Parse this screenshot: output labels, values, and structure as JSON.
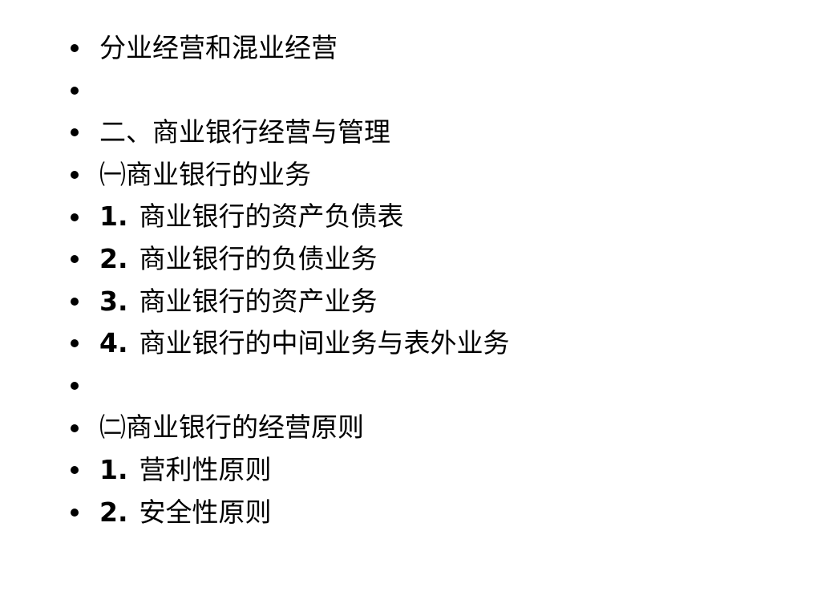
{
  "slide": {
    "items": [
      {
        "number": "",
        "text": "分业经营和混业经营"
      },
      {
        "number": "",
        "text": ""
      },
      {
        "number": "",
        "text": "二、商业银行经营与管理"
      },
      {
        "number": "",
        "text": "㈠商业银行的业务"
      },
      {
        "number": "1.",
        "text": "商业银行的资产负债表"
      },
      {
        "number": "2.",
        "text": "商业银行的负债业务"
      },
      {
        "number": "3.",
        "text": "商业银行的资产业务"
      },
      {
        "number": "4.",
        "text": "商业银行的中间业务与表外业务"
      },
      {
        "number": "",
        "text": ""
      },
      {
        "number": "",
        "text": "㈡商业银行的经营原则"
      },
      {
        "number": "1.",
        "text": "营利性原则"
      },
      {
        "number": "2.",
        "text": "安全性原则"
      }
    ]
  }
}
